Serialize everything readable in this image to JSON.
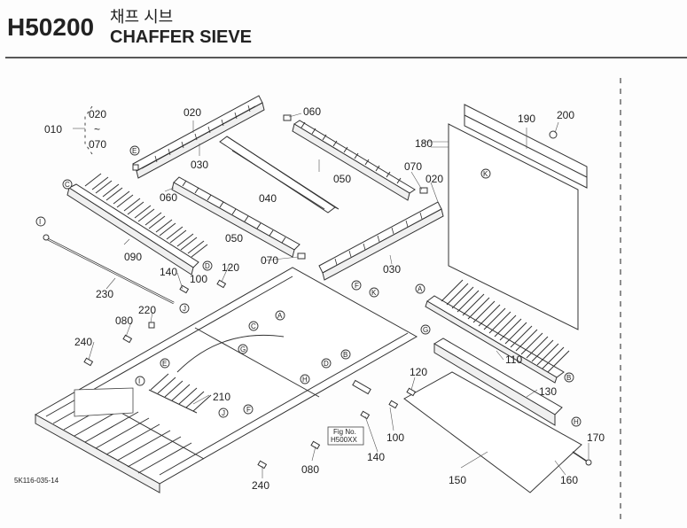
{
  "header": {
    "part_code": "H50200",
    "title_korean": "채프 시브",
    "title_english": "CHAFFER SIEVE"
  },
  "callouts": [
    {
      "id": "c-010",
      "text": "010"
    },
    {
      "id": "c-020-range",
      "text": "020"
    },
    {
      "id": "c-tilde",
      "text": "~"
    },
    {
      "id": "c-070-range",
      "text": "070"
    },
    {
      "id": "c-020-a",
      "text": "020"
    },
    {
      "id": "c-030-a",
      "text": "030"
    },
    {
      "id": "c-060-a",
      "text": "060"
    },
    {
      "id": "c-040",
      "text": "040"
    },
    {
      "id": "c-050-a",
      "text": "050"
    },
    {
      "id": "c-060-b",
      "text": "060"
    },
    {
      "id": "c-050-b",
      "text": "050"
    },
    {
      "id": "c-070-a",
      "text": "070"
    },
    {
      "id": "c-020-b",
      "text": "020"
    },
    {
      "id": "c-180",
      "text": "180"
    },
    {
      "id": "c-190",
      "text": "190"
    },
    {
      "id": "c-200",
      "text": "200"
    },
    {
      "id": "c-070-b",
      "text": "070"
    },
    {
      "id": "c-030-b",
      "text": "030"
    },
    {
      "id": "c-090",
      "text": "090"
    },
    {
      "id": "c-230",
      "text": "230"
    },
    {
      "id": "c-140-a",
      "text": "140"
    },
    {
      "id": "c-100-a",
      "text": "100"
    },
    {
      "id": "c-120-a",
      "text": "120"
    },
    {
      "id": "c-220",
      "text": "220"
    },
    {
      "id": "c-080-a",
      "text": "080"
    },
    {
      "id": "c-240-a",
      "text": "240"
    },
    {
      "id": "c-210",
      "text": "210"
    },
    {
      "id": "c-110",
      "text": "110"
    },
    {
      "id": "c-130",
      "text": "130"
    },
    {
      "id": "c-120-b",
      "text": "120"
    },
    {
      "id": "c-100-b",
      "text": "100"
    },
    {
      "id": "c-140-b",
      "text": "140"
    },
    {
      "id": "c-080-b",
      "text": "080"
    },
    {
      "id": "c-240-b",
      "text": "240"
    },
    {
      "id": "c-150",
      "text": "150"
    },
    {
      "id": "c-160",
      "text": "160"
    },
    {
      "id": "c-170",
      "text": "170"
    }
  ],
  "markers": {
    "A": "A",
    "B": "B",
    "C": "C",
    "D": "D",
    "E": "E",
    "F": "F",
    "G": "G",
    "H": "H",
    "I": "I",
    "J": "J",
    "K": "K"
  },
  "fig_box": {
    "line1": "Fig No.",
    "line2": "H500XX"
  },
  "footer": {
    "doc_code": "5K116-035-14"
  }
}
